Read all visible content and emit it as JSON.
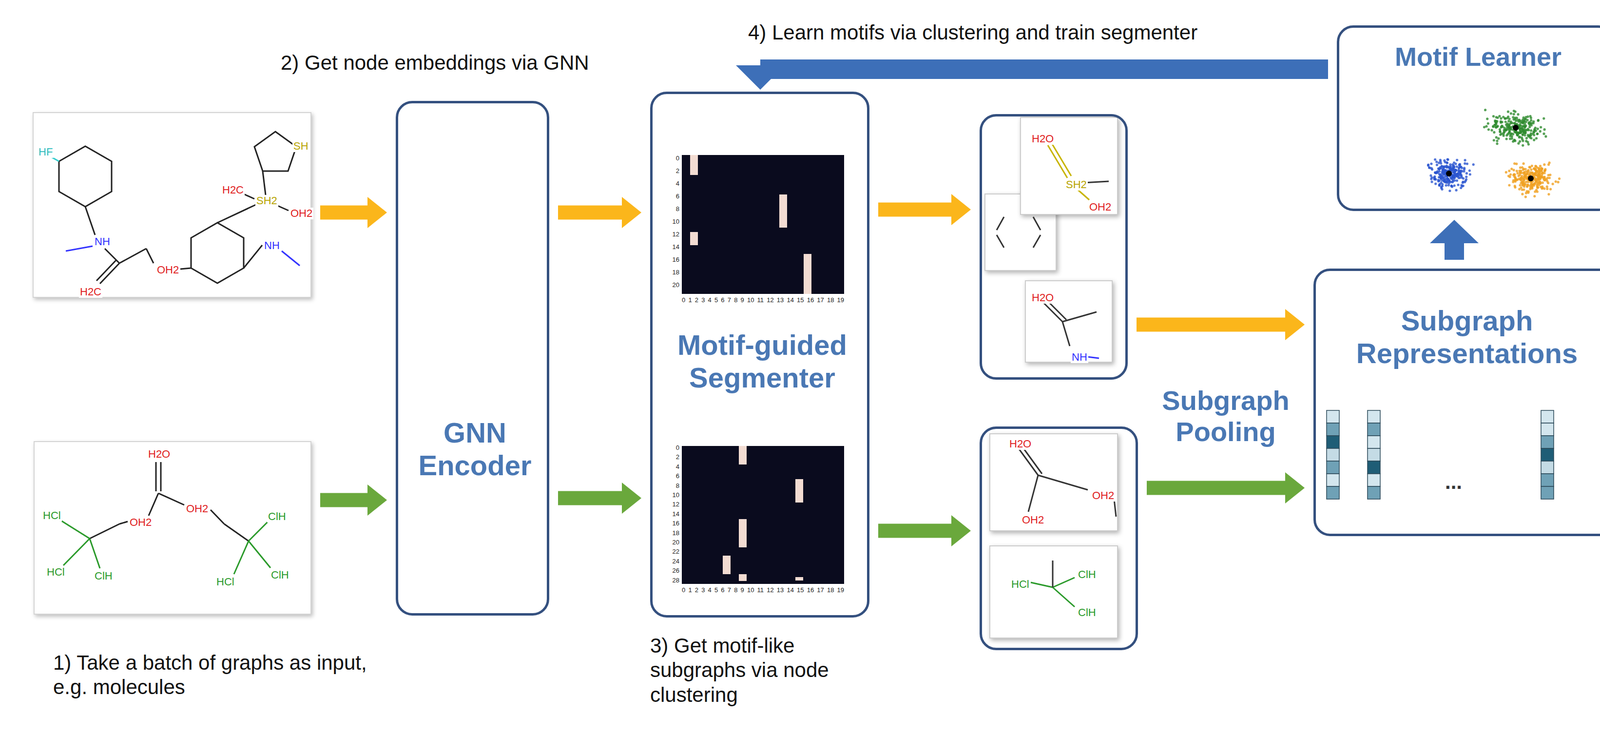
{
  "diagram": {
    "nodes": [
      {
        "text": [
          "HF",
          "NH",
          "H2C",
          "OH2",
          "H2C",
          "SH2",
          "OH2",
          "SH",
          "NH"
        ]
      },
      {
        "text": [
          "H2O",
          "OH2",
          "OH2",
          "HCl",
          "HCl",
          "ClH",
          "ClH",
          "ClH",
          "HCl"
        ]
      },
      {
        "text": [
          "GNN Encoder"
        ]
      },
      {
        "text": [
          "Motif-guided Segmenter"
        ]
      },
      {
        "text": [
          "H2O",
          "SH2",
          "OH2",
          "H2O",
          "NH"
        ]
      },
      {
        "text": [
          "H2O",
          "OH2",
          "OH2",
          "HCl",
          "ClH",
          "ClH"
        ]
      },
      {
        "text": [
          "Subgraph Representations",
          "..."
        ]
      },
      {
        "text": [
          "Motif Learner"
        ]
      }
    ],
    "edges": [
      {
        "from": 0,
        "to": 2,
        "arrow": "to"
      },
      {
        "from": 1,
        "to": 2,
        "arrow": "to"
      },
      {
        "from": 2,
        "to": 3,
        "arrow": "to"
      },
      {
        "from": 2,
        "to": 3,
        "arrow": "to"
      },
      {
        "from": 3,
        "to": 4,
        "arrow": "to"
      },
      {
        "from": 3,
        "to": 5,
        "arrow": "to"
      },
      {
        "from": 4,
        "to": 6,
        "arrow": "to"
      },
      {
        "from": 5,
        "to": 6,
        "arrow": "to"
      },
      {
        "from": 7,
        "to": 3,
        "arrow": "to"
      },
      {
        "from": 6,
        "to": 7,
        "arrow": "to"
      }
    ],
    "labels": [
      "1) Take a batch of graphs as input, e.g. molecules",
      "2) Get node embeddings via GNN",
      "3) Get motif-like subgraphs via node clustering",
      "4) Learn motifs via clustering and train segmenter",
      "Subgraph Pooling",
      "0 1 2 3 4 5 6 7 8 9 10 11 12 13 14 15 16 17 18 19",
      "0 2 4 6 8 10 12 14 16 18 20",
      "0 1 2 3 4 5 6 7 8 9 10 11 12 13 14 15 16 17 18 19",
      "0 2 4 6 8 10 12 14 16 18 20 22 24 26 28"
    ]
  }
}
